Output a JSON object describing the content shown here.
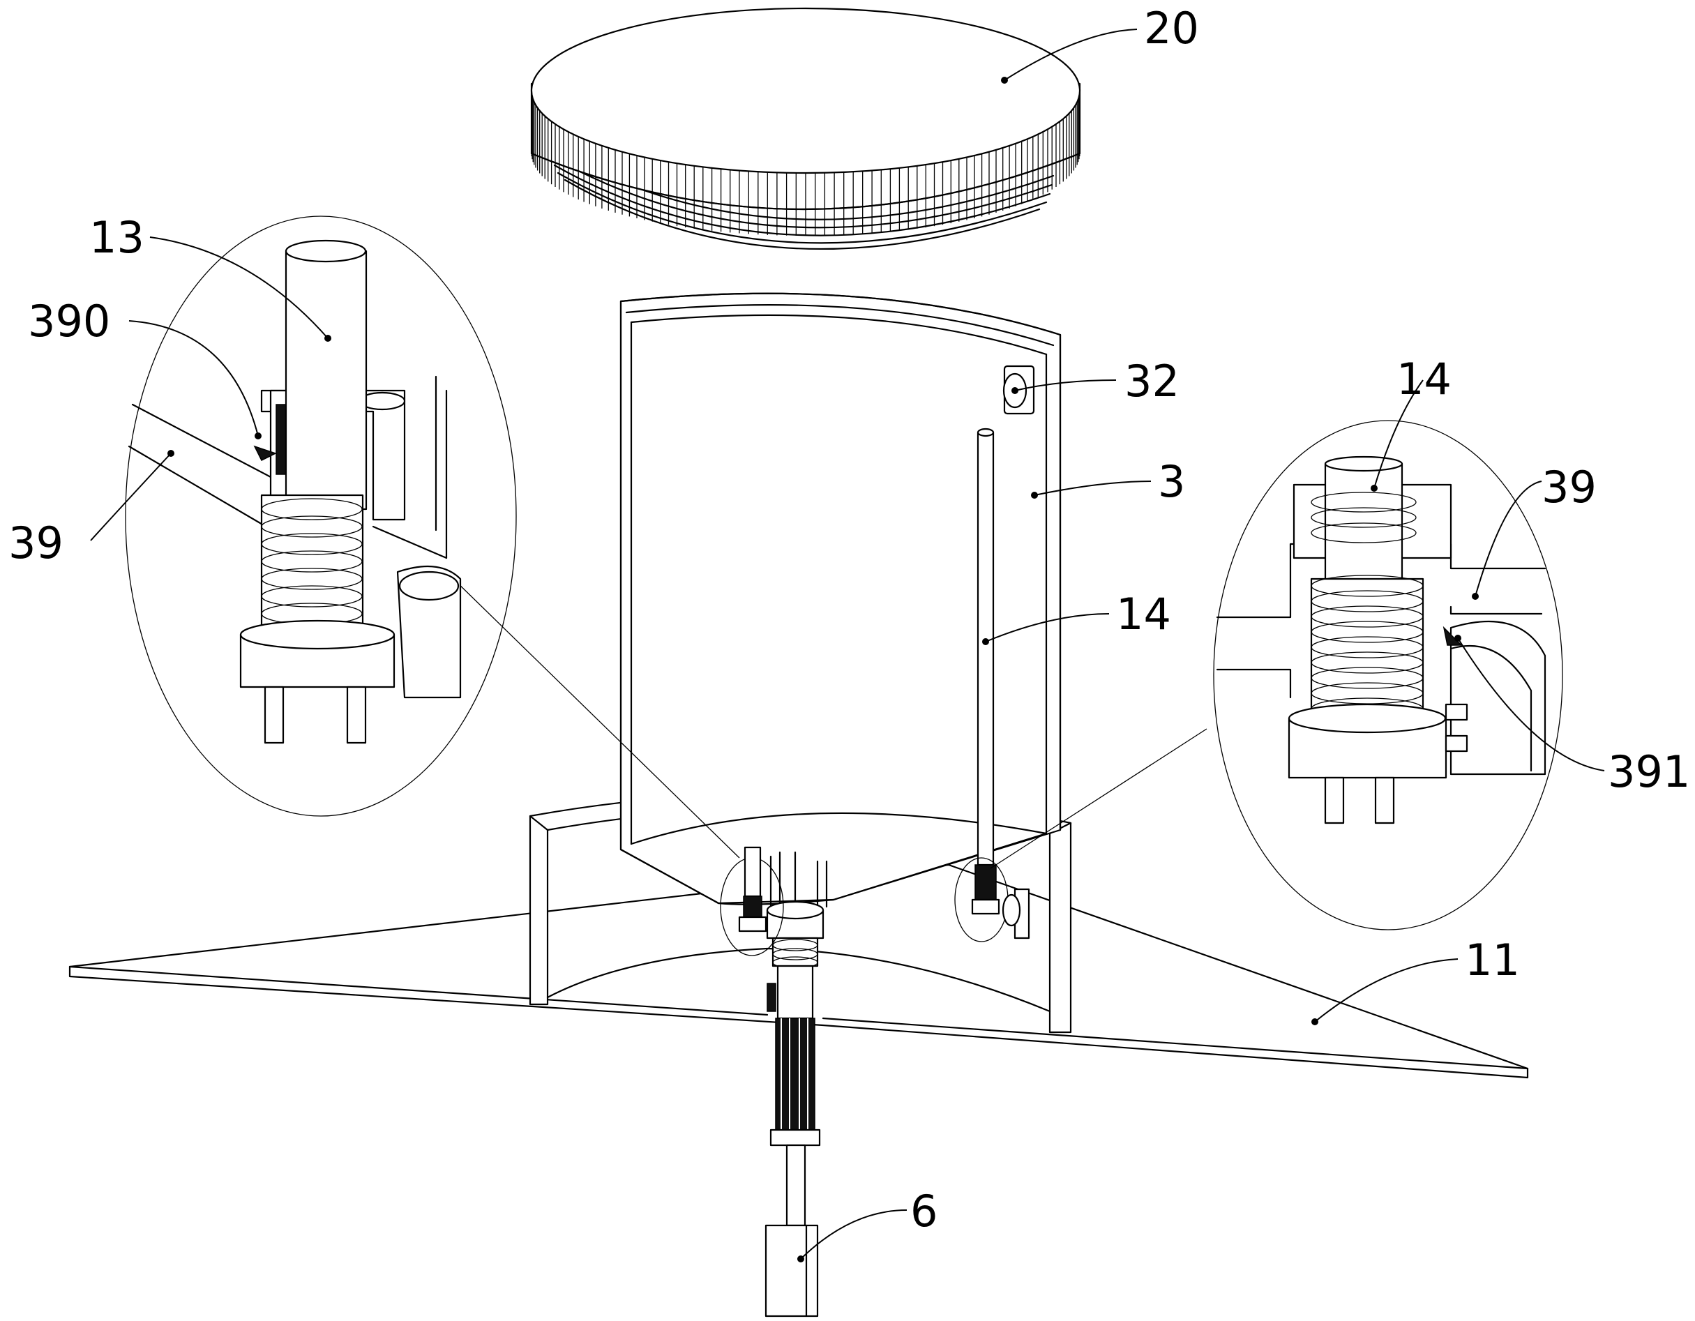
{
  "labels": {
    "cap": "20",
    "magnifier_left_rod": "13",
    "magnifier_left_gap": "390",
    "magnifier_left_plate": "39",
    "tank_window": "32",
    "magnifier_right_rod": "14",
    "tank_body": "3",
    "magnifier_right_plate": "39",
    "tank_rod": "14",
    "magnifier_right_spring": "391",
    "base_plate": "11",
    "motor": "6"
  },
  "colors": {
    "line": "#000000",
    "background": "#ffffff"
  }
}
